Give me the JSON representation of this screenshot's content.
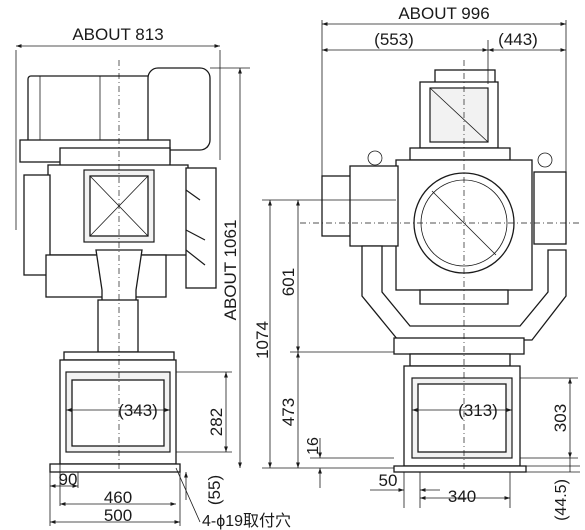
{
  "side_view": {
    "width_label": "ABOUT 813",
    "height_label": "ABOUT 1061",
    "box_inner_label": "(343)",
    "box_height_label": "282",
    "offset_label": "90",
    "foot_gap_label": "(55)",
    "base_inner_label": "460",
    "base_outer_label": "500",
    "mount_holes_label": "4-ϕ19取付穴"
  },
  "front_view": {
    "width_label": "ABOUT 996",
    "left_part_label": "(553)",
    "right_part_label": "(443)",
    "total_height_label": "1074",
    "upper_height_label": "601",
    "lower_height_label": "473",
    "base_thickness_label": "16",
    "box_inner_label": "(313)",
    "box_height_label": "303",
    "offset_label": "50",
    "base_width_label": "340",
    "foot_height_label": "(44.5)"
  }
}
